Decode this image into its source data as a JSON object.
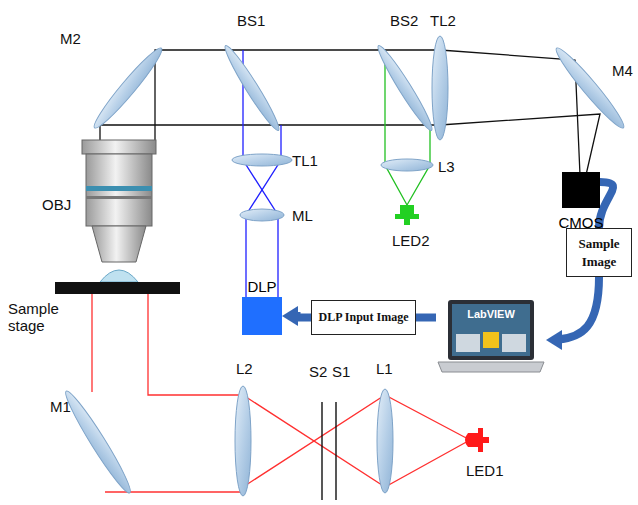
{
  "diagram": {
    "nodes": [
      {
        "text": [
          "CMOS"
        ]
      },
      {
        "text": [
          "Sample Image"
        ]
      },
      {
        "text": [
          "LabVIEW"
        ]
      },
      {
        "text": [
          "DLP Input Image"
        ]
      },
      {
        "text": [
          "DLP"
        ]
      }
    ],
    "edges": [
      {
        "from": 0,
        "to": 1,
        "arrow": "none"
      },
      {
        "from": 1,
        "to": 2,
        "arrow": "to"
      },
      {
        "from": 2,
        "to": 3,
        "arrow": "none"
      },
      {
        "from": 3,
        "to": 4,
        "arrow": "to"
      }
    ],
    "labels": [
      "M2",
      "BS1",
      "BS2",
      "TL2",
      "M4",
      "OBJ",
      "TL1",
      "L3",
      "LED2",
      "ML",
      "Sample stage",
      "L2",
      "S2",
      "S1",
      "L1",
      "LED1",
      "M1"
    ]
  }
}
